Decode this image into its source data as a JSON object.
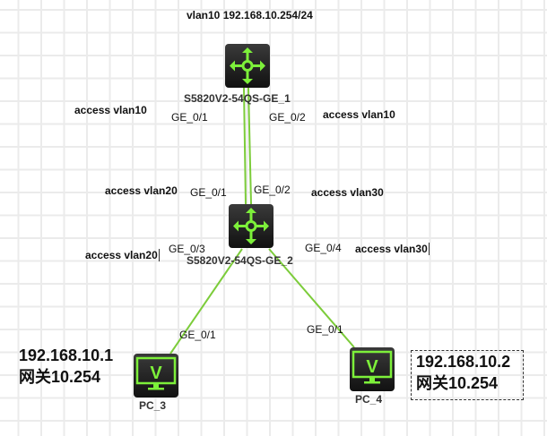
{
  "top_label": "vlan10 192.168.10.254/24",
  "devices": {
    "sw1": {
      "name": "S5820V2-54QS-GE_1",
      "icon": "l3-switch-icon"
    },
    "sw2": {
      "name": "S5820V2-54QS-GE_2",
      "icon": "l3-switch-icon"
    },
    "pc3": {
      "name": "PC_3",
      "icon": "vpc-icon",
      "glyph": "V"
    },
    "pc4": {
      "name": "PC_4",
      "icon": "vpc-icon",
      "glyph": "V"
    }
  },
  "ports": {
    "sw1_p1": "GE_0/1",
    "sw1_p2": "GE_0/2",
    "sw2_p1": "GE_0/1",
    "sw2_p2": "GE_0/2",
    "sw2_p3": "GE_0/3",
    "sw2_p4": "GE_0/4",
    "pc3_p1": "GE_0/1",
    "pc4_p1": "GE_0/1"
  },
  "notes": {
    "sw1_left": "access vlan10",
    "sw1_right": "access vlan10",
    "sw2_left_top": "access vlan20",
    "sw2_right_top": "access vlan30",
    "sw2_left_bottom": "access vlan20",
    "sw2_right_bottom": "access vlan30",
    "pc3_ip": "192.168.10.1",
    "pc3_gw": "网关10.254",
    "pc4_ip": "192.168.10.2",
    "pc4_gw": "网关10.254"
  },
  "colors": {
    "link": "#7ccc3a",
    "icon": "#7df03a"
  }
}
